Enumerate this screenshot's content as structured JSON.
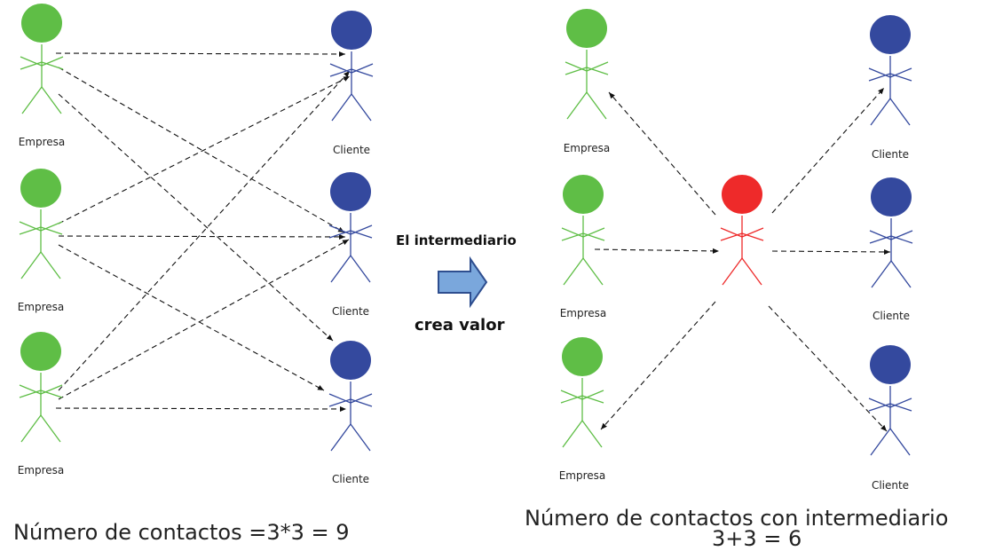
{
  "colors": {
    "empresa": "#5fbe46",
    "cliente": "#34499e",
    "intermediario": "#ee2a2a",
    "arrow_blue_fill": "#7aa7dc",
    "arrow_blue_stroke": "#2e4e8f",
    "line": "#111111"
  },
  "labels": {
    "empresa": "Empresa",
    "cliente": "Cliente"
  },
  "middle": {
    "top_text": "El intermediario",
    "bottom_text": "crea valor"
  },
  "captions": {
    "left": "Número de contactos =3*3 = 9",
    "right_line1": "Número de contactos con intermediario",
    "right_line2": "3+3 = 6"
  }
}
